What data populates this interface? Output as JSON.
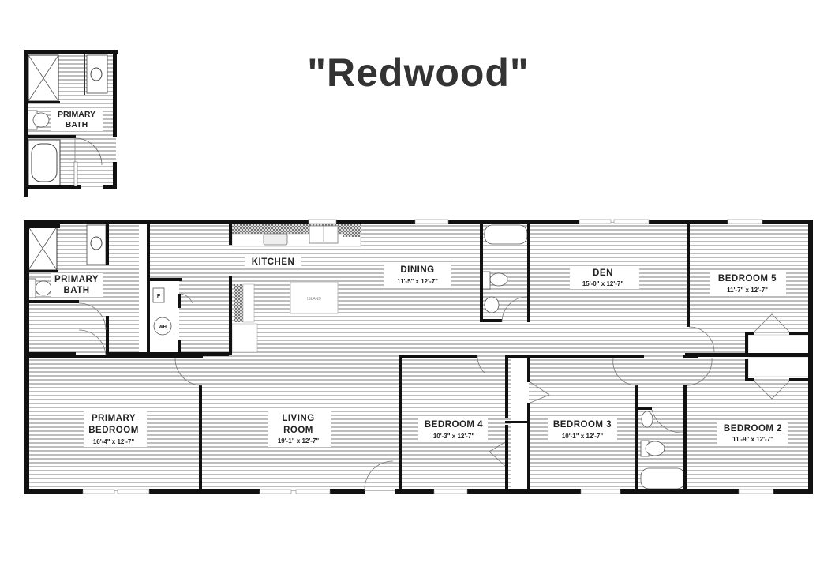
{
  "title": "\"Redwood\"",
  "inset": {
    "label_line1": "PRIMARY",
    "label_line2": "BATH"
  },
  "rooms": [
    {
      "id": "primary-bath",
      "name": [
        "PRIMARY",
        "BATH"
      ],
      "dims": ""
    },
    {
      "id": "kitchen",
      "name": [
        "KITCHEN"
      ],
      "dims": ""
    },
    {
      "id": "dining",
      "name": [
        "DINING"
      ],
      "dims": "11'-5\" x 12'-7\""
    },
    {
      "id": "den",
      "name": [
        "DEN"
      ],
      "dims": "15'-0\" x 12'-7\""
    },
    {
      "id": "bedroom-5",
      "name": [
        "BEDROOM 5"
      ],
      "dims": "11'-7\" x 12'-7\""
    },
    {
      "id": "primary-bedroom",
      "name": [
        "PRIMARY",
        "BEDROOM"
      ],
      "dims": "16'-4\" x 12'-7\""
    },
    {
      "id": "living-room",
      "name": [
        "LIVING",
        "ROOM"
      ],
      "dims": "19'-1\" x 12'-7\""
    },
    {
      "id": "bedroom-4",
      "name": [
        "BEDROOM 4"
      ],
      "dims": "10'-3\" x 12'-7\""
    },
    {
      "id": "bedroom-3",
      "name": [
        "BEDROOM 3"
      ],
      "dims": "10'-1\" x 12'-7\""
    },
    {
      "id": "bedroom-2",
      "name": [
        "BEDROOM 2"
      ],
      "dims": "11'-9\" x 12'-7\""
    }
  ],
  "fixtures": {
    "island_label": "ISLAND",
    "freezer_label": "F",
    "water_heater_label": "WH"
  },
  "colors": {
    "wall": "#111111",
    "hatch": "#b8b8b8",
    "text": "#222222",
    "title": "#333333"
  }
}
